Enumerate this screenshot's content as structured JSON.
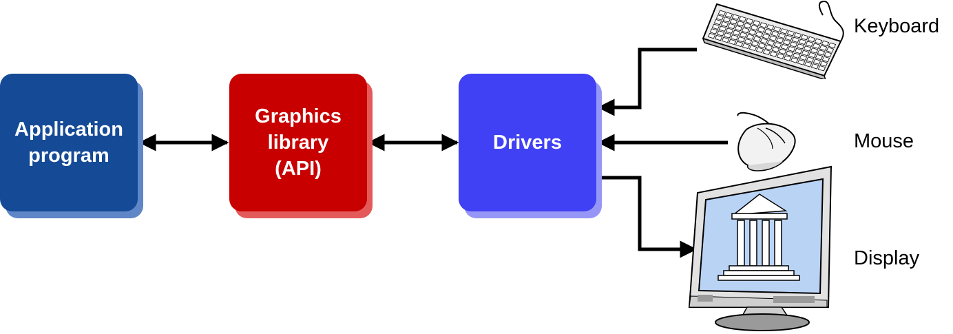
{
  "colors": {
    "application": "#144a96",
    "application_shadow": "#5f86c6",
    "graphics": "#c80000",
    "graphics_shadow": "#e45a5a",
    "drivers": "#4040f4",
    "drivers_shadow": "#9696f6",
    "wire": "#000000",
    "screen": "#b9d3f5"
  },
  "blocks": {
    "application": {
      "label": "Application\nprogram"
    },
    "graphics": {
      "label": "Graphics\nlibrary\n(API)"
    },
    "drivers": {
      "label": "Drivers"
    }
  },
  "devices": {
    "keyboard": {
      "label": "Keyboard",
      "icon": "keyboard-icon"
    },
    "mouse": {
      "label": "Mouse",
      "icon": "mouse-icon"
    },
    "display": {
      "label": "Display",
      "icon": "monitor-icon"
    }
  }
}
